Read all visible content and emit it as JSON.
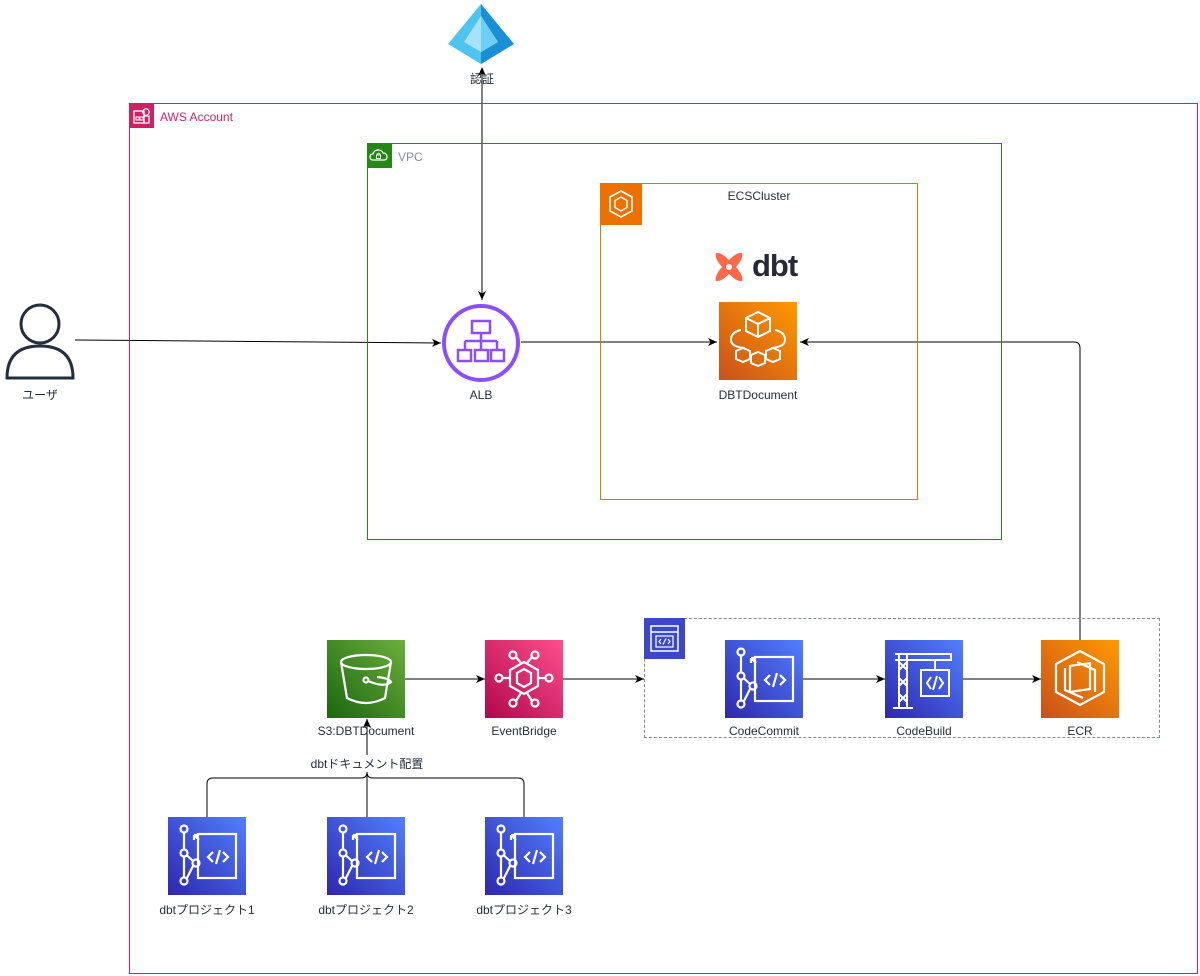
{
  "auth": {
    "label": "認証"
  },
  "aws_account": {
    "title": "AWS Account",
    "color": "#cc2264"
  },
  "vpc": {
    "title": "VPC",
    "color": "#248814"
  },
  "ecs_cluster": {
    "title": "ECSCluster",
    "color": "#ed7100"
  },
  "user": {
    "label": "ユーザ"
  },
  "alb": {
    "label": "ALB"
  },
  "dbt_logo": {
    "text": "dbt"
  },
  "dbt_document": {
    "label": "DBTDocument"
  },
  "s3": {
    "label": "S3:DBTDocument"
  },
  "eventbridge": {
    "label": "EventBridge"
  },
  "codecommit": {
    "label": "CodeCommit"
  },
  "codebuild": {
    "label": "CodeBuild"
  },
  "ecr": {
    "label": "ECR"
  },
  "deploy_edge": {
    "label": "dbtドキュメント配置"
  },
  "projects": [
    {
      "label": "dbtプロジェクト1"
    },
    {
      "label": "dbtプロジェクト2"
    },
    {
      "label": "dbtプロジェクト3"
    }
  ]
}
